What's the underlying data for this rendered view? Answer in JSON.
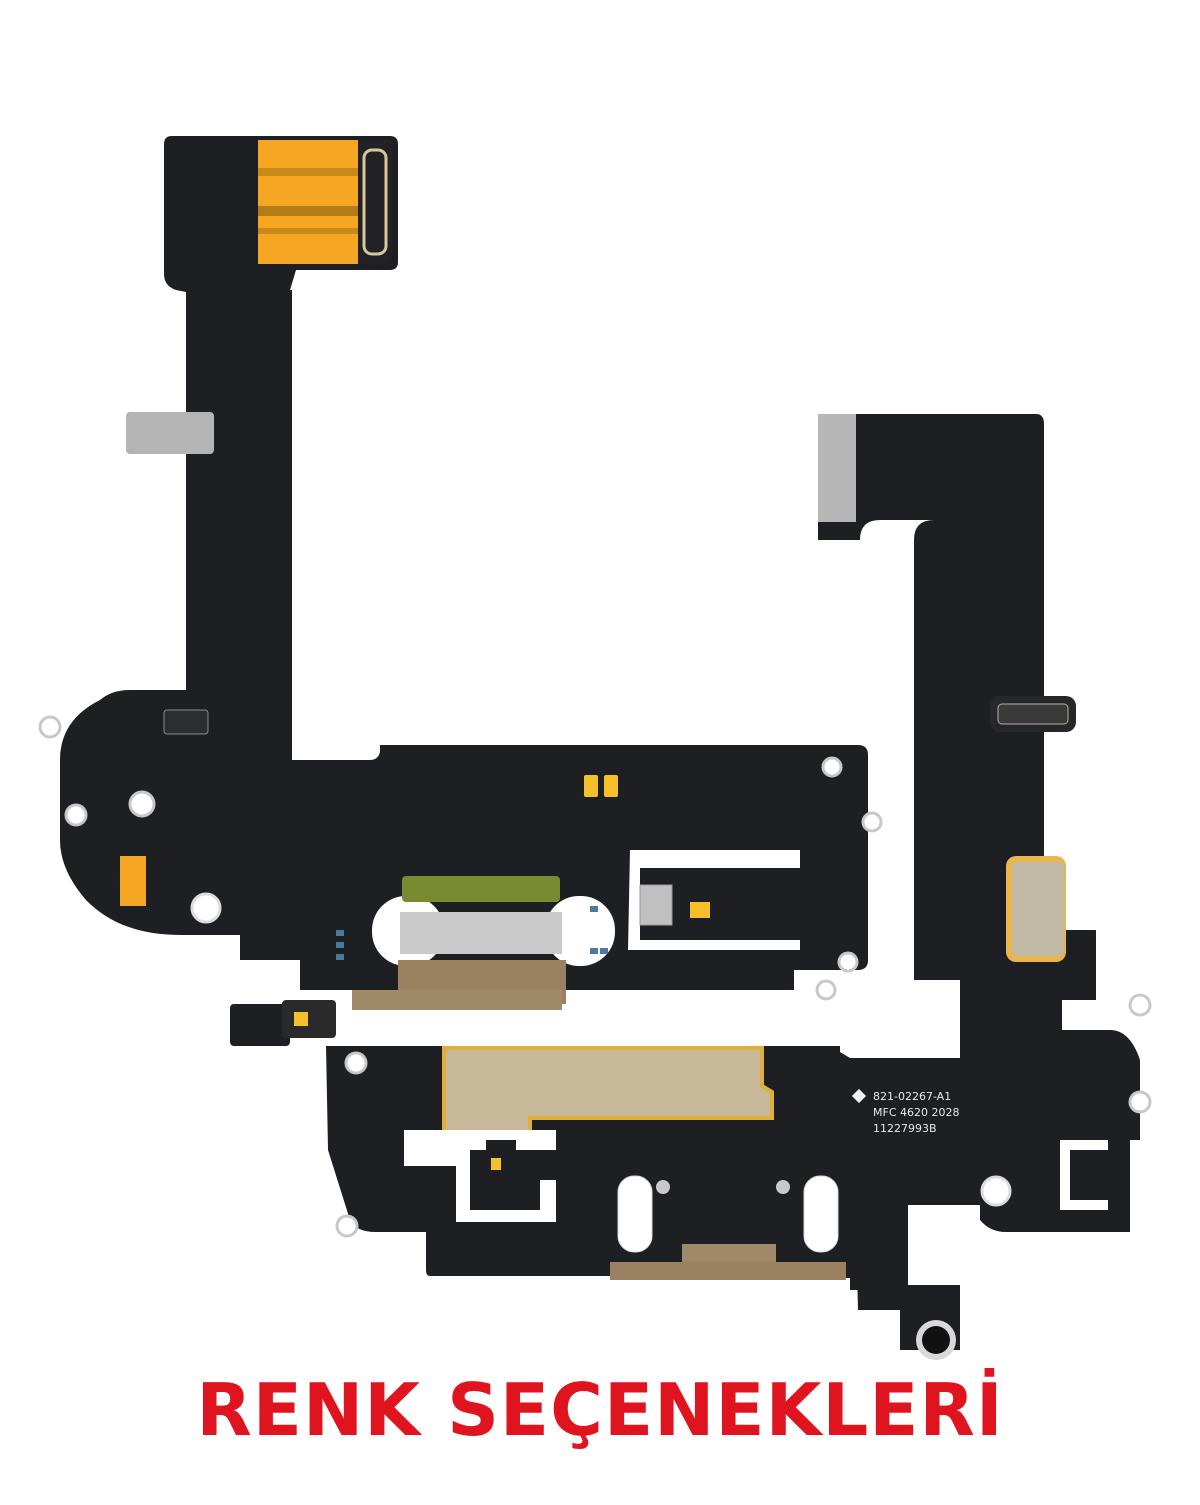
{
  "image": {
    "subject": "charging-port-flex-cable",
    "background_color": "#ffffff",
    "flex_color": "#1e1f22",
    "stiffener_color": "#f5a623",
    "shield_color": "#c8b89a",
    "connector_color": "#a08560",
    "caption_color": "#e0141e"
  },
  "board_label": {
    "line1": "821-02267-A1",
    "line2": "MFC 4620 2028",
    "line3": "11227993B"
  },
  "caption": {
    "text": "RENK SEÇENEKLERİ"
  }
}
